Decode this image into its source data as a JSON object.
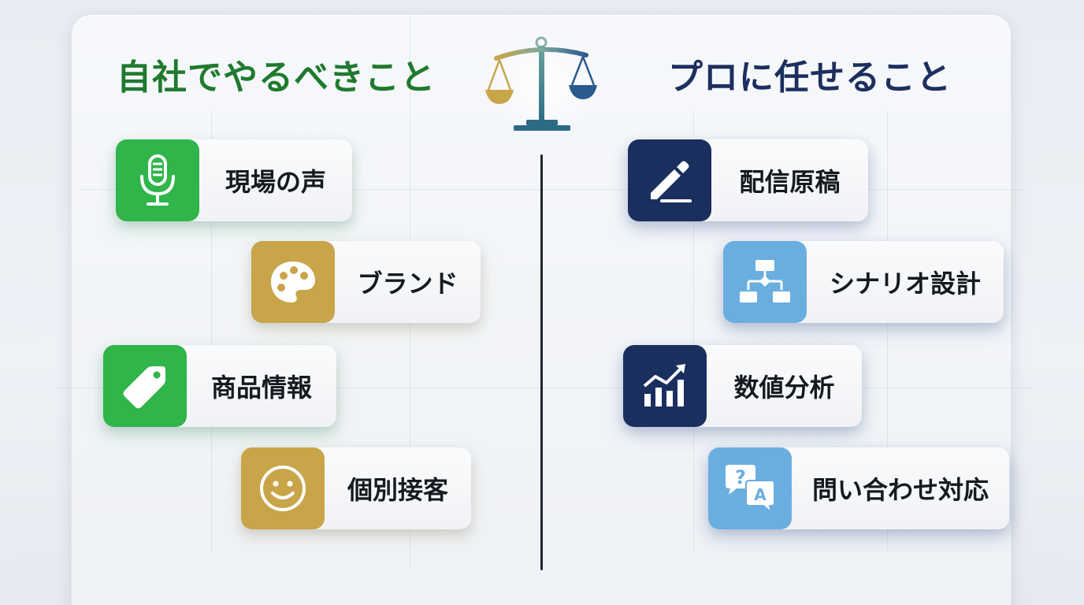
{
  "colors": {
    "left_title": "#1f7a2e",
    "right_title": "#1c2f5e",
    "green": "#2fb54a",
    "gold": "#c9a54a",
    "navy": "#1b2f5f",
    "sky": "#6aaee0"
  },
  "left": {
    "title": "自社でやるべきこと",
    "items": [
      {
        "label": "現場の声",
        "icon": "microphone-icon",
        "color": "green"
      },
      {
        "label": "ブランド",
        "icon": "palette-icon",
        "color": "gold"
      },
      {
        "label": "商品情報",
        "icon": "tag-icon",
        "color": "green"
      },
      {
        "label": "個別接客",
        "icon": "smiley-icon",
        "color": "gold"
      }
    ]
  },
  "right": {
    "title": "プロに任せること",
    "items": [
      {
        "label": "配信原稿",
        "icon": "pencil-icon",
        "color": "navy"
      },
      {
        "label": "シナリオ設計",
        "icon": "flowchart-icon",
        "color": "sky"
      },
      {
        "label": "数値分析",
        "icon": "bar-chart-icon",
        "color": "navy"
      },
      {
        "label": "問い合わせ対応",
        "icon": "qa-bubble-icon",
        "color": "sky"
      }
    ]
  },
  "center_icon": "balance-scale-icon"
}
